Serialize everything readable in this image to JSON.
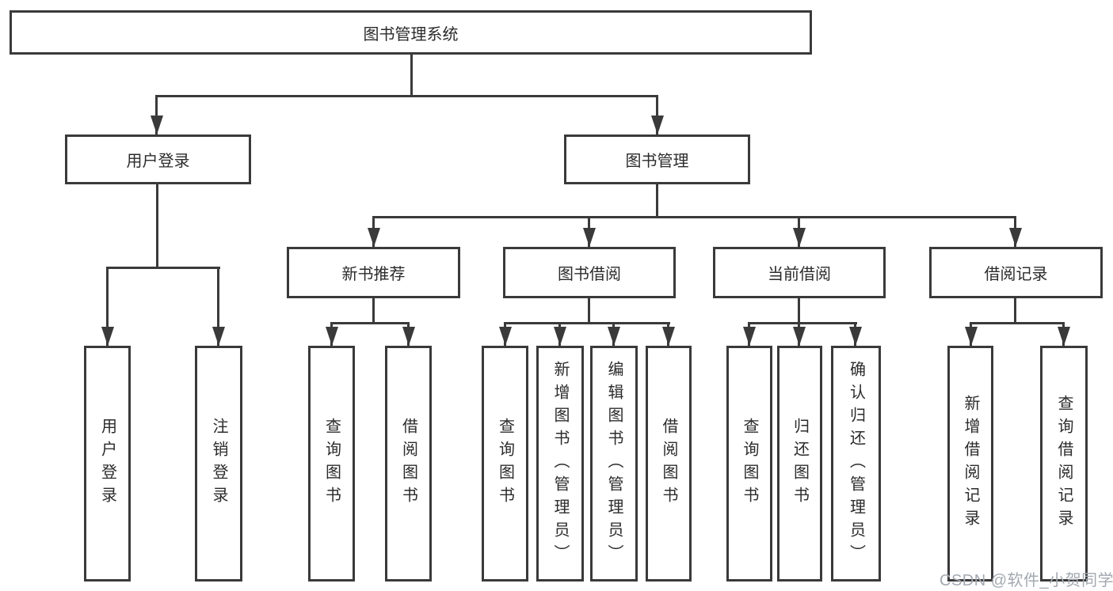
{
  "nodes": {
    "root": "图书管理系统",
    "level2": [
      "用户登录",
      "图书管理"
    ],
    "level3": [
      "新书推荐",
      "图书借阅",
      "当前借阅",
      "借阅记录"
    ],
    "leaves_user_login": [
      "用户登录",
      "注销登录"
    ],
    "leaves_new_book": [
      "查询图书",
      "借阅图书"
    ],
    "leaves_book_borrow": [
      "查询图书",
      "新增图书（管理员）",
      "编辑图书（管理员）",
      "借阅图书"
    ],
    "leaves_current_borrow": [
      "查询图书",
      "归还图书",
      "确认归还（管理员）"
    ],
    "leaves_borrow_record": [
      "新增借阅记录",
      "查询借阅记录"
    ]
  },
  "watermark": "CSDN @软件_小贺同学",
  "colors": {
    "line": "#3a3a3a",
    "text": "#2b2b2b",
    "watermark": "#a3a9b1",
    "background": "#ffffff"
  }
}
